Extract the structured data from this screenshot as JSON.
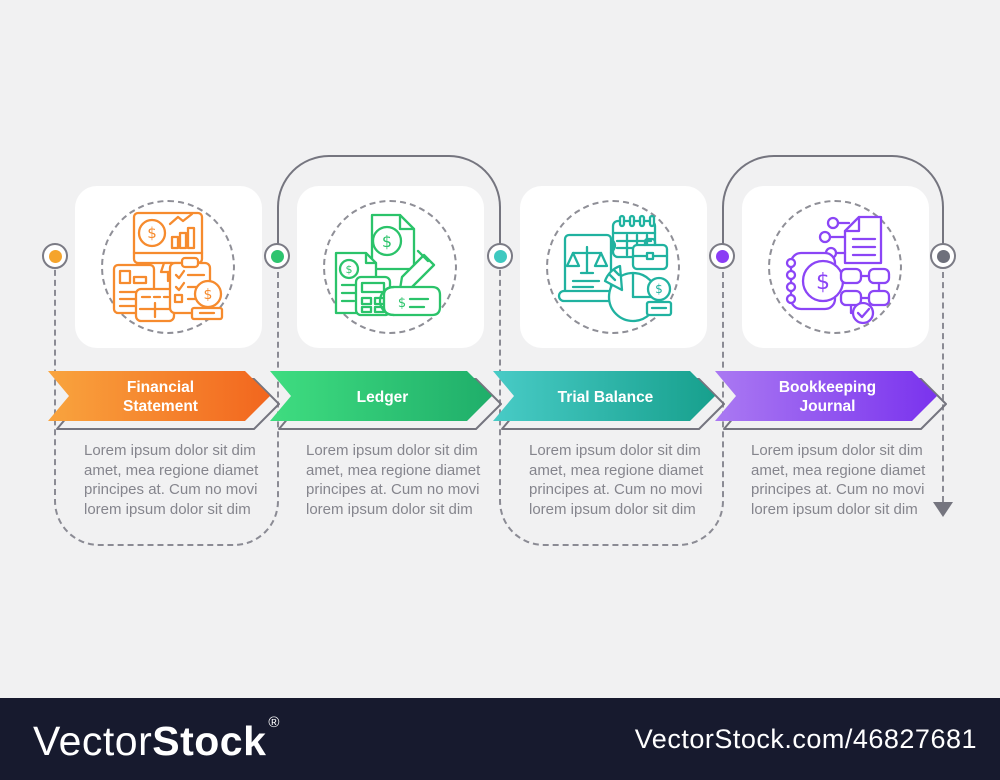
{
  "page": {
    "background": "#F1F1F2"
  },
  "steps": [
    {
      "label": "Financial Statement",
      "label_lines": [
        "Financial",
        "Statement"
      ],
      "description_lines": [
        "Lorem ipsum dolor sit dim",
        "amet, mea regione diamet",
        "principes at. Cum no movi",
        "lorem ipsum dolor sit dim"
      ],
      "accent_color": "#F5A42C",
      "gradient_start": "#F9A43E",
      "gradient_end": "#F2661E",
      "icon": "financial-statement-icon"
    },
    {
      "label": "Ledger",
      "label_lines": [
        "Ledger"
      ],
      "description_lines": [
        "Lorem ipsum dolor sit dim",
        "amet, mea regione diamet",
        "principes at. Cum no movi",
        "lorem ipsum dolor sit dim"
      ],
      "accent_color": "#2EC46F",
      "gradient_start": "#3FDD80",
      "gradient_end": "#1FAE6A",
      "icon": "ledger-icon"
    },
    {
      "label": "Trial Balance",
      "label_lines": [
        "Trial Balance"
      ],
      "description_lines": [
        "Lorem ipsum dolor sit dim",
        "amet, mea regione diamet",
        "principes at. Cum no movi",
        "lorem ipsum dolor sit dim"
      ],
      "accent_color": "#3EC9C0",
      "gradient_start": "#48CBC6",
      "gradient_end": "#17A08D",
      "icon": "trial-balance-icon"
    },
    {
      "label": "Bookkeeping Journal",
      "label_lines": [
        "Bookkeeping",
        "Journal"
      ],
      "description_lines": [
        "Lorem ipsum dolor sit dim",
        "amet, mea regione diamet",
        "principes at. Cum no movi",
        "lorem ipsum dolor sit dim"
      ],
      "accent_color": "#8B3DF5",
      "gradient_start": "#AA79F2",
      "gradient_end": "#7A33EE",
      "icon": "bookkeeping-journal-icon"
    }
  ],
  "timeline": {
    "dot_ring_color": "#7B7B85",
    "solid_connector_color": "#75757F",
    "dashed_line_color": "#8B8B94",
    "end_dot_color": "#6E707B",
    "end_arrow_color": "#75757F"
  },
  "footer": {
    "background": "#171A2E",
    "brand_light": "Vector",
    "brand_bold": "Stock",
    "registered_mark": "®",
    "credit": "VectorStock.com/46827681"
  }
}
